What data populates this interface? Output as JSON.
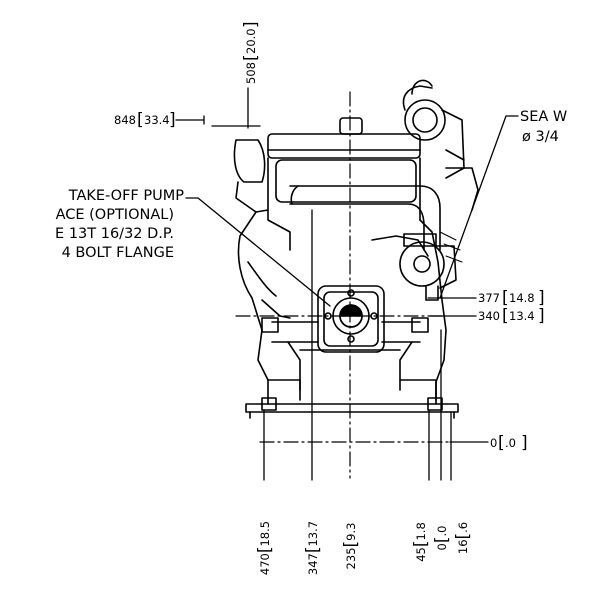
{
  "dimensions": {
    "top_508": {
      "mm": "508",
      "inch": "20.0"
    },
    "left_848": {
      "mm": "848",
      "inch": "33.4"
    },
    "right_377": {
      "mm": "377",
      "inch": "14.8"
    },
    "right_340": {
      "mm": "340",
      "inch": "13.4"
    },
    "right_0": {
      "mm": "0",
      "inch": ".0"
    },
    "bottom_470": {
      "mm": "470",
      "inch": "18.5"
    },
    "bottom_347": {
      "mm": "347",
      "inch": "13.7"
    },
    "bottom_235": {
      "mm": "235",
      "inch": "9.3"
    },
    "bottom_45": {
      "mm": "45",
      "inch": "1.8"
    },
    "bottom_0": {
      "mm": "0",
      "inch": ".0"
    },
    "bottom_16": {
      "mm": "16",
      "inch": ".6"
    }
  },
  "notes": {
    "pto_line1": "TAKE-OFF PUMP",
    "pto_line2": "ACE (OPTIONAL)",
    "pto_line3": "E 13T 16/32 D.P.",
    "pto_line4": "4 BOLT FLANGE",
    "sea_line1": "SEA W",
    "sea_line2": "ø  3/4"
  }
}
